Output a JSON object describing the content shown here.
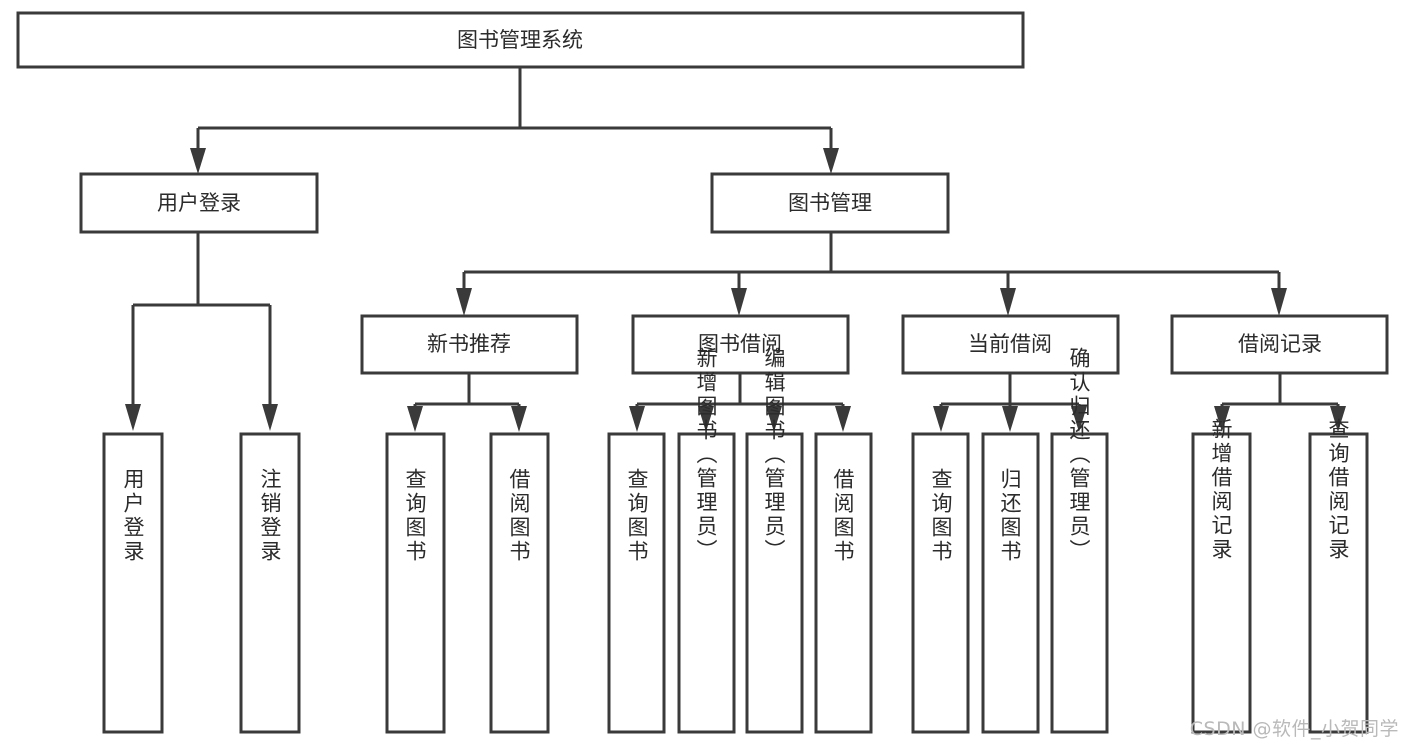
{
  "diagram": {
    "type": "tree",
    "title": "图书管理系统",
    "root": {
      "id": "root",
      "label": "图书管理系统"
    },
    "level2": [
      {
        "id": "user-login",
        "label": "用户登录"
      },
      {
        "id": "book-manage",
        "label": "图书管理"
      }
    ],
    "level3": [
      {
        "id": "new-book-recommend",
        "label": "新书推荐",
        "parent": "book-manage"
      },
      {
        "id": "book-borrow",
        "label": "图书借阅",
        "parent": "book-manage"
      },
      {
        "id": "current-borrow",
        "label": "当前借阅",
        "parent": "book-manage"
      },
      {
        "id": "borrow-record",
        "label": "借阅记录",
        "parent": "book-manage"
      }
    ],
    "leaves": {
      "user_login": [
        {
          "id": "leaf-user-login",
          "label": "用户登录"
        },
        {
          "id": "leaf-user-logout",
          "label": "注销登录"
        }
      ],
      "new_book_recommend": [
        {
          "id": "leaf-query-book-1",
          "label": "查询图书"
        },
        {
          "id": "leaf-borrow-book-1",
          "label": "借阅图书"
        }
      ],
      "book_borrow": [
        {
          "id": "leaf-query-book-2",
          "label": "查询图书"
        },
        {
          "id": "leaf-add-book",
          "label": "新增图书（管理员）"
        },
        {
          "id": "leaf-edit-book",
          "label": "编辑图书（管理员）"
        },
        {
          "id": "leaf-borrow-book-2",
          "label": "借阅图书"
        }
      ],
      "current_borrow": [
        {
          "id": "leaf-query-book-3",
          "label": "查询图书"
        },
        {
          "id": "leaf-return-book",
          "label": "归还图书"
        },
        {
          "id": "leaf-confirm-return",
          "label": "确认归还（管理员）"
        }
      ],
      "borrow_record": [
        {
          "id": "leaf-add-record",
          "label": "新增借阅记录"
        },
        {
          "id": "leaf-query-record",
          "label": "查询借阅记录"
        }
      ]
    },
    "colors": {
      "stroke": "#3a3a3a",
      "fill": "#ffffff",
      "text": "#2b2b2b",
      "watermark": "#b9b9b9"
    }
  },
  "watermark": {
    "text": "CSDN @软件_小贺同学"
  }
}
